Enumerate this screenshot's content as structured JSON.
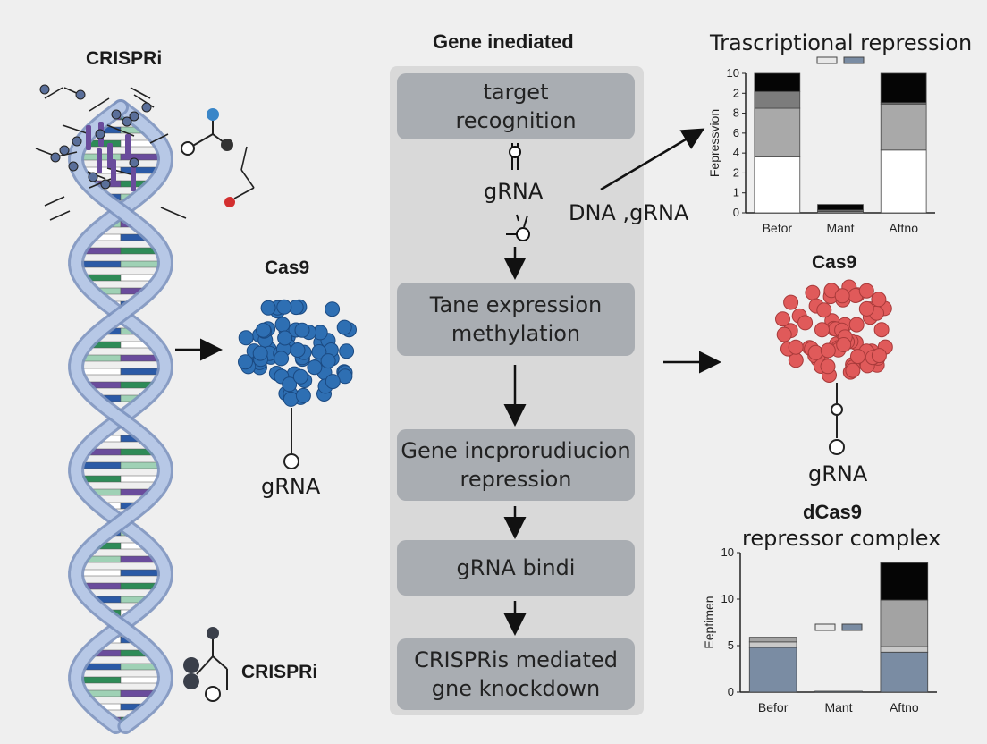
{
  "left": {
    "title_top": "CRISPRi",
    "cas9_label": "Cas9",
    "grna_label": "gRNA",
    "title_bottom": "CRISPRi"
  },
  "flow": {
    "title": "Gene inediated",
    "steps": [
      {
        "line1": "target",
        "line2": "recognition"
      },
      {
        "line1": "Tane expression",
        "line2": "methylation"
      },
      {
        "line1": "Gene incprorudiucion",
        "line2": "repression"
      },
      {
        "line1": "gRNA bindi",
        "line2": ""
      },
      {
        "line1": "CRISPRis mediated",
        "line2": "gne knockdown"
      }
    ],
    "grna_label": "gRNA",
    "dna_grna_label": "DNA ,gRNA"
  },
  "right": {
    "cas9_label": "Cas9",
    "grna_label": "gRNA",
    "dcas9_title": "dCas9",
    "dcas9_subtitle": "repressor complex"
  },
  "colors": {
    "blue_molecule": "#2e6fb3",
    "red_molecule": "#e05a5a",
    "helix": "#9db3d6",
    "chart_slate": "#7a8ca3"
  },
  "chart_data": [
    {
      "type": "bar",
      "stacked": true,
      "title": "Trascriptional repression",
      "ylabel": "Fepressvion",
      "categories": [
        "Befor",
        "Mant",
        "Aftno"
      ],
      "ytick_labels": [
        "0",
        "1",
        "2",
        "4",
        "6",
        "8",
        "2",
        "10"
      ],
      "ylim": [
        0,
        10
      ],
      "series": [
        {
          "values": [
            4.0,
            0.0,
            4.5
          ],
          "color": "#ffffff"
        },
        {
          "values": [
            3.5,
            0.1,
            3.3
          ],
          "color": "#a9a9a9"
        },
        {
          "values": [
            1.2,
            0.1,
            0.1
          ],
          "color": "#7c7c7c"
        },
        {
          "values": [
            1.3,
            0.4,
            2.1
          ],
          "color": "#050505"
        }
      ],
      "legend": "top"
    },
    {
      "type": "bar",
      "stacked": true,
      "title": "",
      "ylabel": "Eeptimen",
      "categories": [
        "Befor",
        "Mant",
        "Aftno"
      ],
      "ytick_labels": [
        "0",
        "5",
        "10",
        "10"
      ],
      "ylim": [
        0,
        15
      ],
      "series": [
        {
          "values": [
            4.8,
            0.1,
            4.3
          ],
          "color": "#7a8ca3"
        },
        {
          "values": [
            0.6,
            0.0,
            0.6
          ],
          "color": "#c9c9c9"
        },
        {
          "values": [
            0.5,
            0.0,
            5.0
          ],
          "color": "#a3a3a3"
        },
        {
          "values": [
            0.0,
            0.0,
            4.0
          ],
          "color": "#050505"
        }
      ],
      "legend": "middle"
    }
  ]
}
